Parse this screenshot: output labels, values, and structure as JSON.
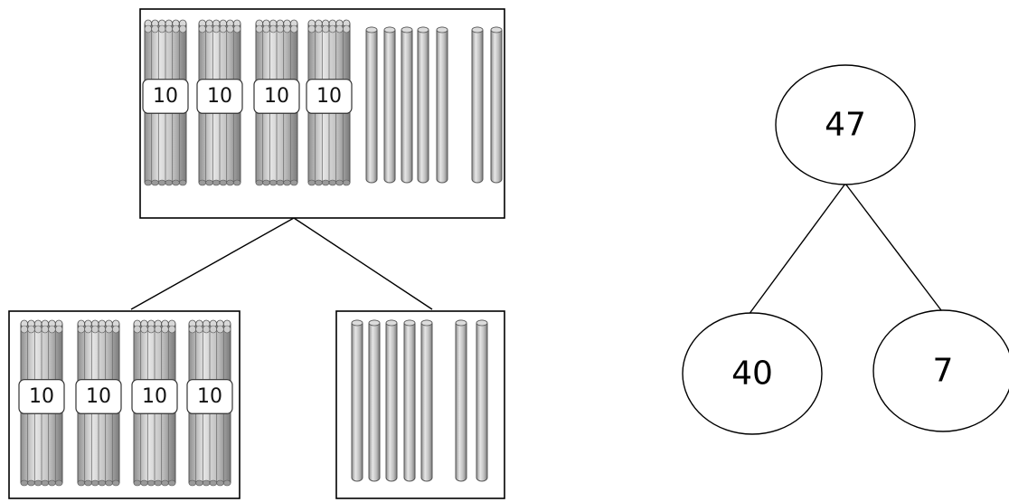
{
  "bundle_label": "10",
  "whole_model": {
    "bundles": 4,
    "singles": 7
  },
  "tens_model": {
    "bundles": 4
  },
  "ones_model": {
    "singles": 7
  },
  "number_bond": {
    "whole": "47",
    "tens_part": "40",
    "ones_part": "7"
  },
  "colors": {
    "stick_fill": "#b8b8b8",
    "stick_edge": "#555555",
    "band_fill": "#ffffff"
  }
}
